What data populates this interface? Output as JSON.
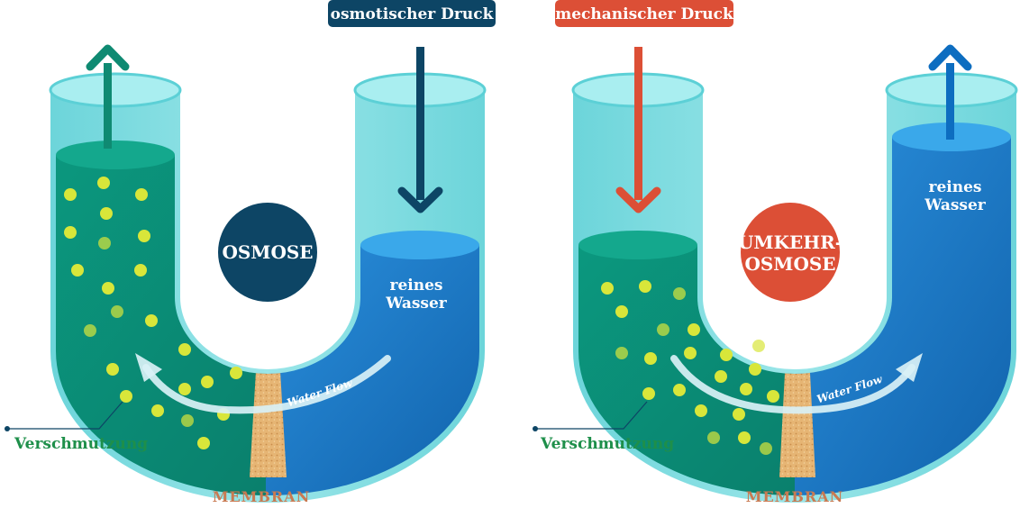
{
  "left_panel": {
    "pressure_label": "osmotischer Druck",
    "process_title": "OSMOSE",
    "pure_water_line1": "reines",
    "pure_water_line2": "Wasser",
    "flow_label": "Water Flow",
    "contamination_label": "Verschmutzung",
    "membrane_label": "MEMBRAN"
  },
  "right_panel": {
    "pressure_label": "mechanischer Druck",
    "process_title_line1": "UMKEHR-",
    "process_title_line2": "OSMOSE",
    "pure_water_line1": "reines",
    "pure_water_line2": "Wasser",
    "flow_label": "Water Flow",
    "contamination_label": "Verschmutzung",
    "membrane_label": "MEMBRAN"
  },
  "colors": {
    "dark_navy": "#0d4565",
    "red_orange": "#dc4f36",
    "teal_arrow": "#0f8a72",
    "blue_arrow": "#0d6dc0",
    "contaminated_water": "#0a8f78",
    "pure_water": "#1877c8",
    "tube_glass": "#6fd6dc",
    "particle": "#d8e63a",
    "membrane": "#e2b272",
    "label_green": "#1e8f4a",
    "label_membrane": "#c97a52"
  },
  "icons": [
    "up-arrow-icon",
    "down-arrow-icon",
    "curved-arrow-icon",
    "pointer-dot-icon"
  ]
}
